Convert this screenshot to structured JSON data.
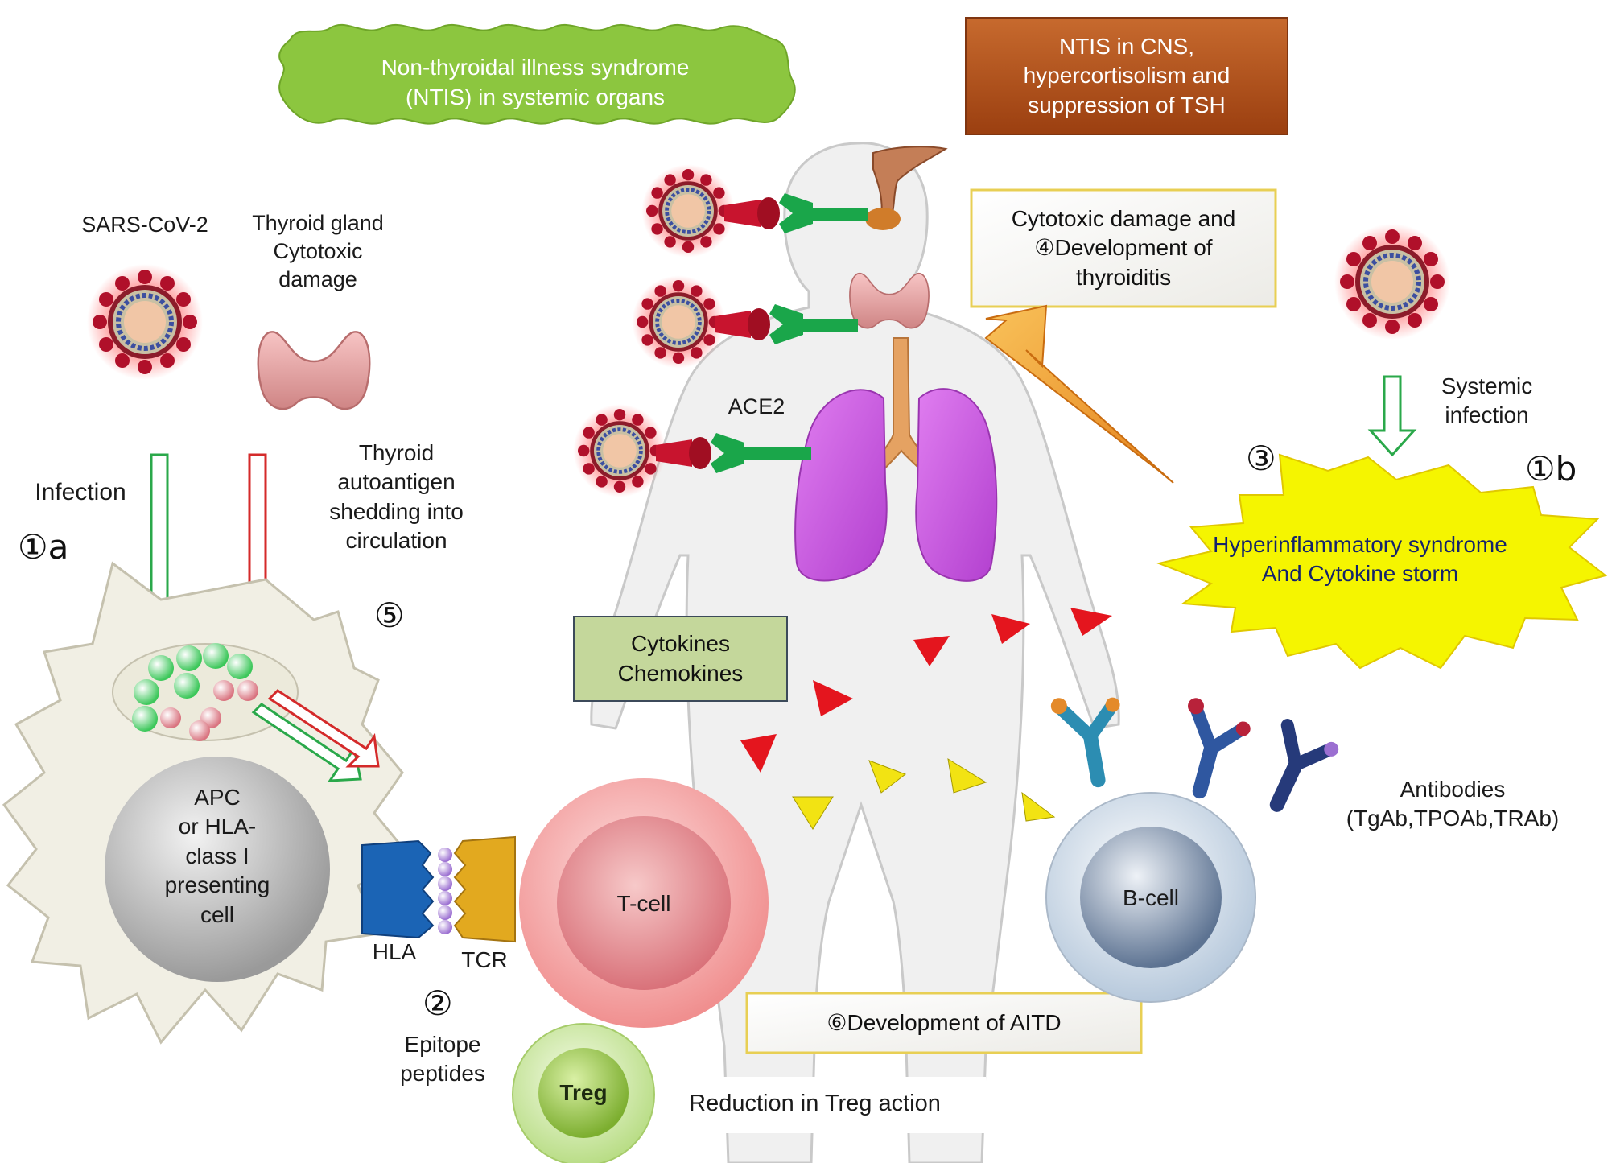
{
  "boxes": {
    "ntis_systemic": "Non-thyroidal illness syndrome\n(NTIS) in systemic organs",
    "ntis_cns": "NTIS in CNS,\nhypercortisolism and\nsuppression of TSH",
    "cytotoxic_thyroiditis": "Cytotoxic damage and\n④Development of\nthyroiditis",
    "cytokines": "Cytokines\nChemokines",
    "hyperinflammatory": "Hyperinflammatory syndrome\nAnd Cytokine storm",
    "aitd": "⑥Development of AITD"
  },
  "labels": {
    "sars": "SARS-CoV-2",
    "thyroid_gland": "Thyroid gland\nCytotoxic\ndamage",
    "infection": "Infection",
    "step1a": "①a",
    "autoantigen": "Thyroid\nautoantigen\nshedding into\ncirculation",
    "step5": "⑤",
    "ace2": "ACE2",
    "systemic_infection": "Systemic\ninfection",
    "step3": "③",
    "step1b": "①b",
    "apc": "APC\nor HLA-\nclass I\npresenting\ncell",
    "hla": "HLA",
    "tcr": "TCR",
    "tcell": "T-cell",
    "step2": "②",
    "epitope": "Epitope\npeptides",
    "treg": "Treg",
    "treg_reduction": "Reduction in Treg action",
    "antibodies": "Antibodies\n(TgAb,TPOAb,TRAb)",
    "bcell": "B-cell"
  },
  "colors": {
    "green_cloud": "#8cc63f",
    "brown_box": "#b5531c",
    "yellow_star": "#f5f500",
    "cytokine_box": "#c4d79b",
    "virus_red": "#b0102a",
    "lung": "#cc55e0",
    "ace2_green": "#1aa64a",
    "arrow_orange": "#f39a2c"
  }
}
